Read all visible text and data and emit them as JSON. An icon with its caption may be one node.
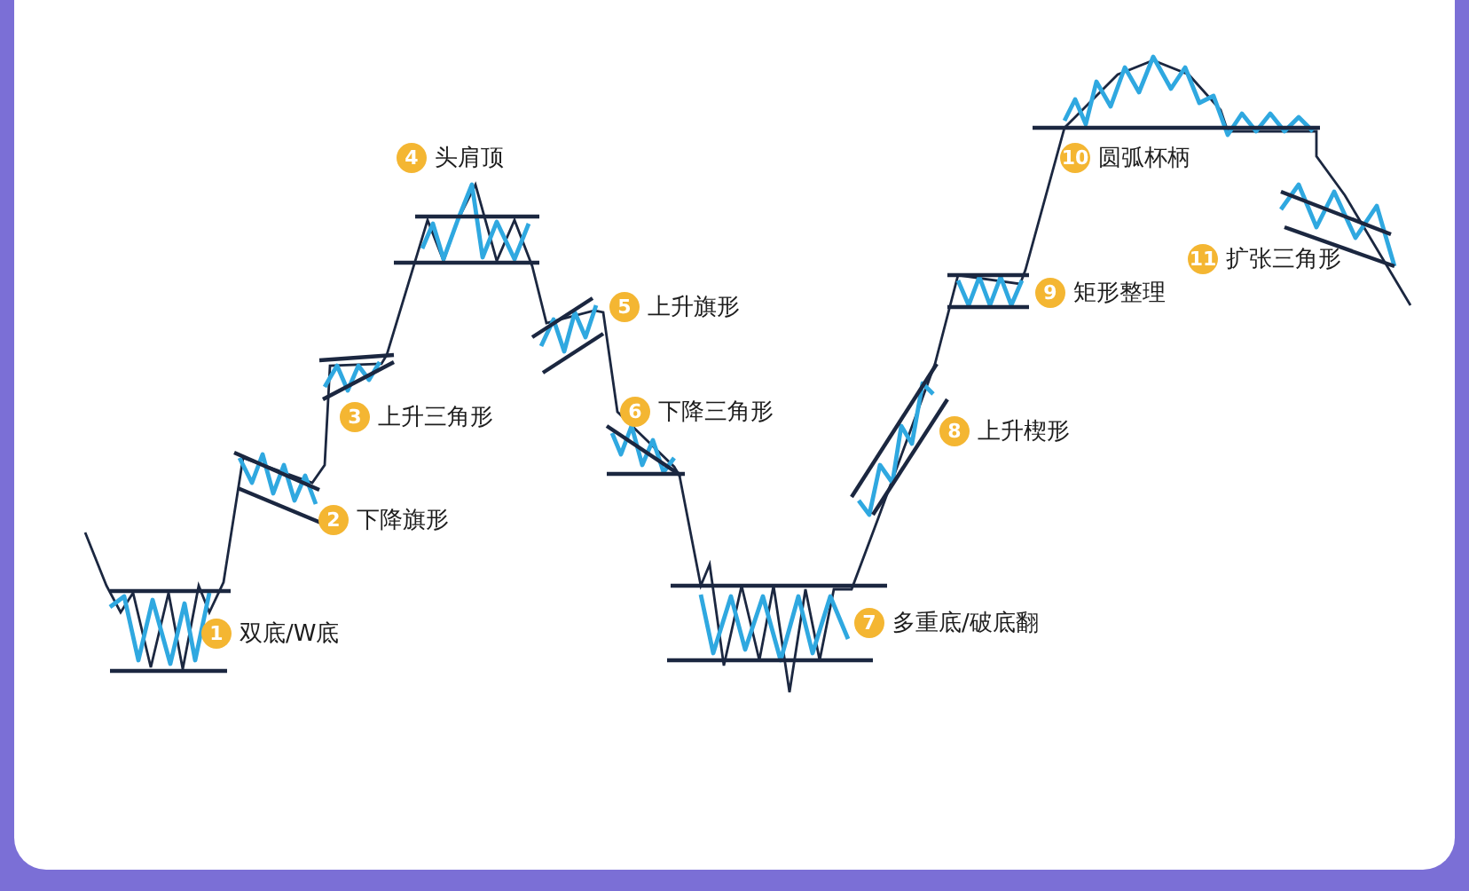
{
  "diagram": {
    "labels": [
      "1",
      "双底/W底",
      "2",
      "下降旗形",
      "3",
      "上升三角形",
      "4",
      "头肩顶",
      "5",
      "上升旗形",
      "6",
      "下降三角形",
      "7",
      "多重底/破底翻",
      "8",
      "上升楔形",
      "9",
      "矩形整理",
      "10",
      "圆弧杯柄",
      "11",
      "扩张三角形"
    ]
  }
}
